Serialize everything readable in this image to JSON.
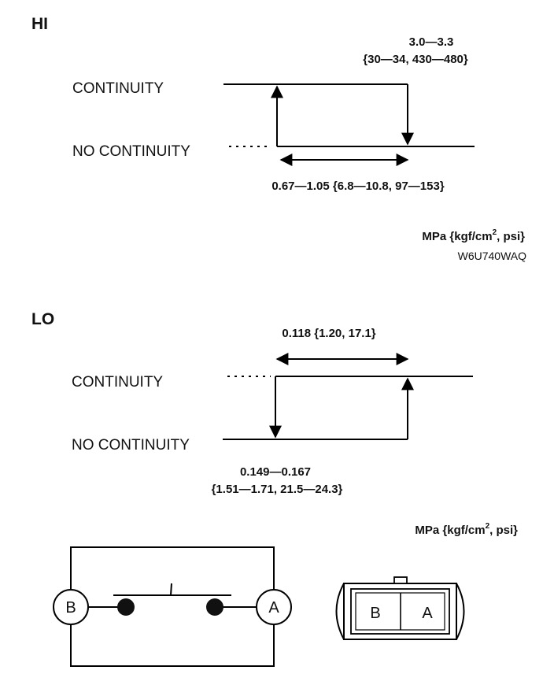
{
  "hi": {
    "title": "HI",
    "continuity_label": "CONTINUITY",
    "no_continuity_label": "NO CONTINUITY",
    "upper_value_line1": "3.0—3.3",
    "upper_value_line2": "{30—34, 430—480}",
    "range_value": "0.67—1.05 {6.8—10.8, 97—153}",
    "unit_main": "MPa {kgf/cm",
    "unit_sup": "2",
    "unit_end": ", psi}",
    "figure_code": "W6U740WAQ"
  },
  "lo": {
    "title": "LO",
    "continuity_label": "CONTINUITY",
    "no_continuity_label": "NO CONTINUITY",
    "range_value": "0.118 {1.20, 17.1}",
    "lower_value_line1": "0.149—0.167",
    "lower_value_line2": "{1.51—1.71, 21.5—24.3}",
    "unit_main": "MPa {kgf/cm",
    "unit_sup": "2",
    "unit_end": ", psi}"
  },
  "circuit": {
    "terminal_b": "B",
    "terminal_a": "A"
  },
  "connector": {
    "terminal_b": "B",
    "terminal_a": "A"
  }
}
